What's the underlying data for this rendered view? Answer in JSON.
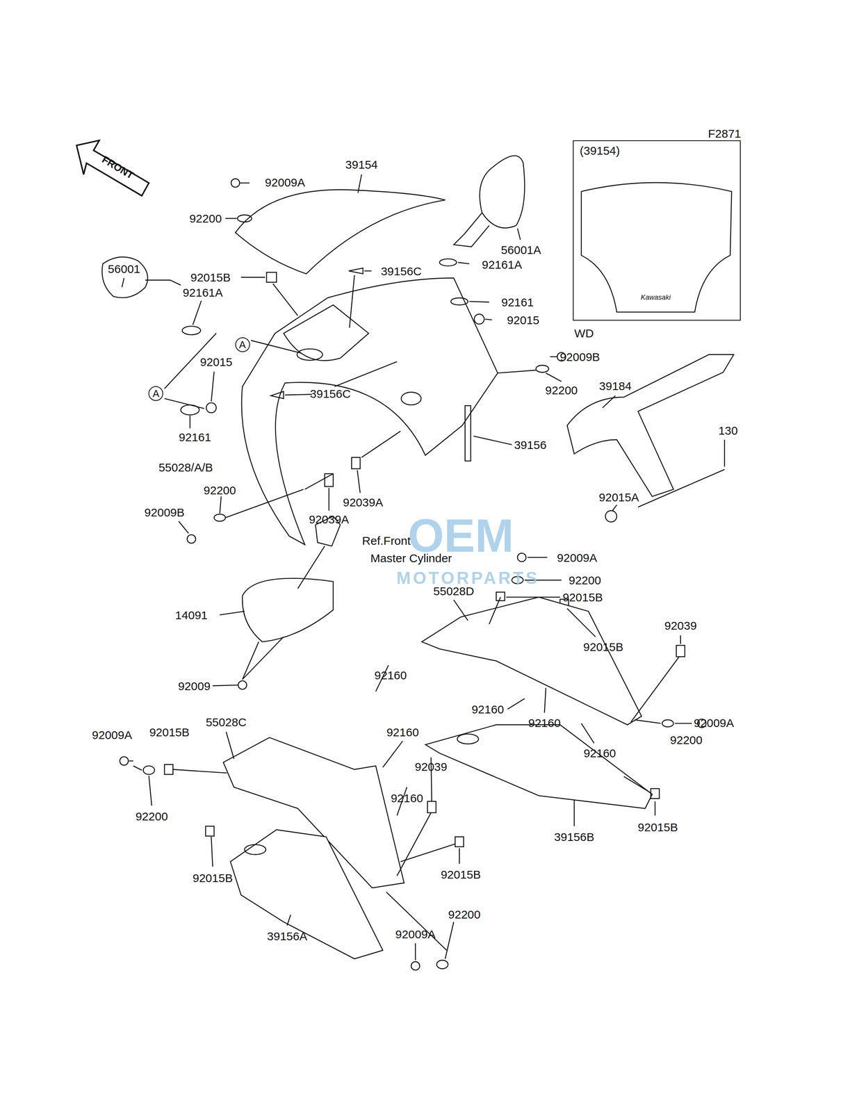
{
  "diagram": {
    "nodes": [
      {
        "text": [
          "(39154)",
          "WD"
        ]
      }
    ],
    "labels": [
      "F2871",
      "FRONT",
      "39154",
      "92009A",
      "92200",
      "56001A",
      "92161A",
      "56001",
      "92015B",
      "39156C",
      "92161A",
      "92161",
      "92015",
      "A",
      "92015",
      "92009B",
      "A",
      "39156C",
      "92200",
      "39184",
      "92161",
      "130",
      "39156",
      "55028/A/B",
      "92200",
      "92015A",
      "92039A",
      "92009B",
      "92039A",
      "Ref.Front",
      "Master Cylinder",
      "92009A",
      "92200",
      "55028D",
      "92015B",
      "14091",
      "92039",
      "92015B",
      "92160",
      "92009",
      "92160",
      "92160",
      "92009A",
      "55028C",
      "92160",
      "92009A",
      "92015B",
      "92200",
      "92160",
      "92039",
      "92160",
      "92200",
      "92015B",
      "39156B",
      "92015B",
      "92015B",
      "92200",
      "92009A",
      "39156A",
      "Kawasaki",
      "OEM",
      "MOTORPARTS"
    ]
  }
}
